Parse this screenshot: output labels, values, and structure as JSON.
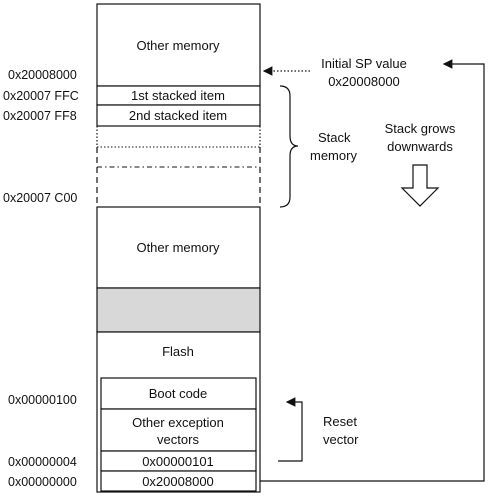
{
  "memory_blocks": {
    "other_memory_top": "Other memory",
    "first_stacked": "1st stacked item",
    "second_stacked": "2nd stacked item",
    "other_memory_mid": "Other memory",
    "flash": "Flash",
    "boot_code": "Boot code",
    "other_exception_line1": "Other exception",
    "other_exception_line2": "vectors",
    "reset_vector_value": "0x00000101",
    "initial_sp_value": "0x20008000"
  },
  "addresses": {
    "a20008000": "0x20008000",
    "a20007FFC": "0x20007 FFC",
    "a20007FF8": "0x20007 FF8",
    "a20007C00": "0x20007 C00",
    "a00000100": "0x00000100",
    "a00000004": "0x00000004",
    "a00000000": "0x00000000"
  },
  "annotations": {
    "initial_sp_line1": "Initial SP value",
    "initial_sp_line2": "0x20008000",
    "stack_memory_line1": "Stack",
    "stack_memory_line2": "memory",
    "stack_grows_line1": "Stack grows",
    "stack_grows_line2": "downwards",
    "reset_vector_line1": "Reset",
    "reset_vector_line2": "vector"
  },
  "colors": {
    "reserved_block": "#d8d8d8",
    "line": "#111111"
  }
}
